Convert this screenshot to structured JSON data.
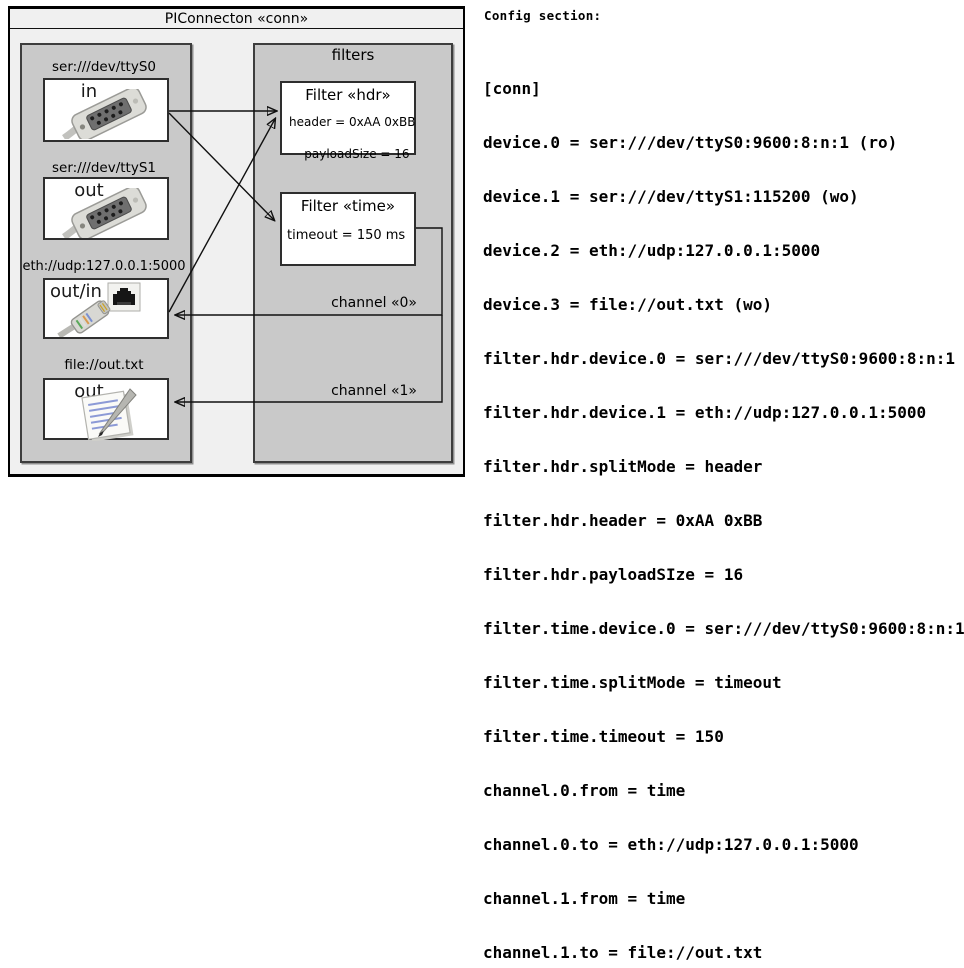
{
  "colors": {
    "page_bg": "#ffffff",
    "outer_box_bg": "#f0f0f0",
    "panel_bg": "#c9c9c9",
    "box_bg": "#ffffff",
    "border": "#000000",
    "wire": "#101010",
    "text": "#000000"
  },
  "diagram": {
    "title": "PIConnecton «conn»",
    "devices_panel": {
      "devices": [
        {
          "label": "ser:///dev/ttyS0",
          "direction": "in",
          "icon": "serial-connector-icon"
        },
        {
          "label": "ser:///dev/ttyS1",
          "direction": "out",
          "icon": "serial-connector-icon"
        },
        {
          "label": "eth://udp:127.0.0.1:5000",
          "direction": "out/in",
          "icon": "ethernet-connector-icon"
        },
        {
          "label": "file://out.txt",
          "direction": "out",
          "icon": "notepad-icon"
        }
      ]
    },
    "filters_panel": {
      "title": "filters",
      "filters": [
        {
          "title": "Filter «hdr»",
          "attributes": [
            "header = 0xAA 0xBB",
            "payloadSize = 16"
          ]
        },
        {
          "title": "Filter «time»",
          "attributes": [
            "timeout = 150 ms"
          ]
        }
      ]
    },
    "channel_labels": [
      "channel «0»",
      "channel «1»"
    ]
  },
  "config": {
    "heading": "Config section:",
    "lines": [
      "[conn]",
      "device.0 = ser:///dev/ttyS0:9600:8:n:1 (ro)",
      "device.1 = ser:///dev/ttyS1:115200 (wo)",
      "device.2 = eth://udp:127.0.0.1:5000",
      "device.3 = file://out.txt (wo)",
      "filter.hdr.device.0 = ser:///dev/ttyS0:9600:8:n:1",
      "filter.hdr.device.1 = eth://udp:127.0.0.1:5000",
      "filter.hdr.splitMode = header",
      "filter.hdr.header = 0xAA 0xBB",
      "filter.hdr.payloadSIze = 16",
      "filter.time.device.0 = ser:///dev/ttyS0:9600:8:n:1",
      "filter.time.splitMode = timeout",
      "filter.time.timeout = 150",
      "channel.0.from = time",
      "channel.0.to = eth://udp:127.0.0.1:5000",
      "channel.1.from = time",
      "channel.1.to = file://out.txt"
    ]
  }
}
